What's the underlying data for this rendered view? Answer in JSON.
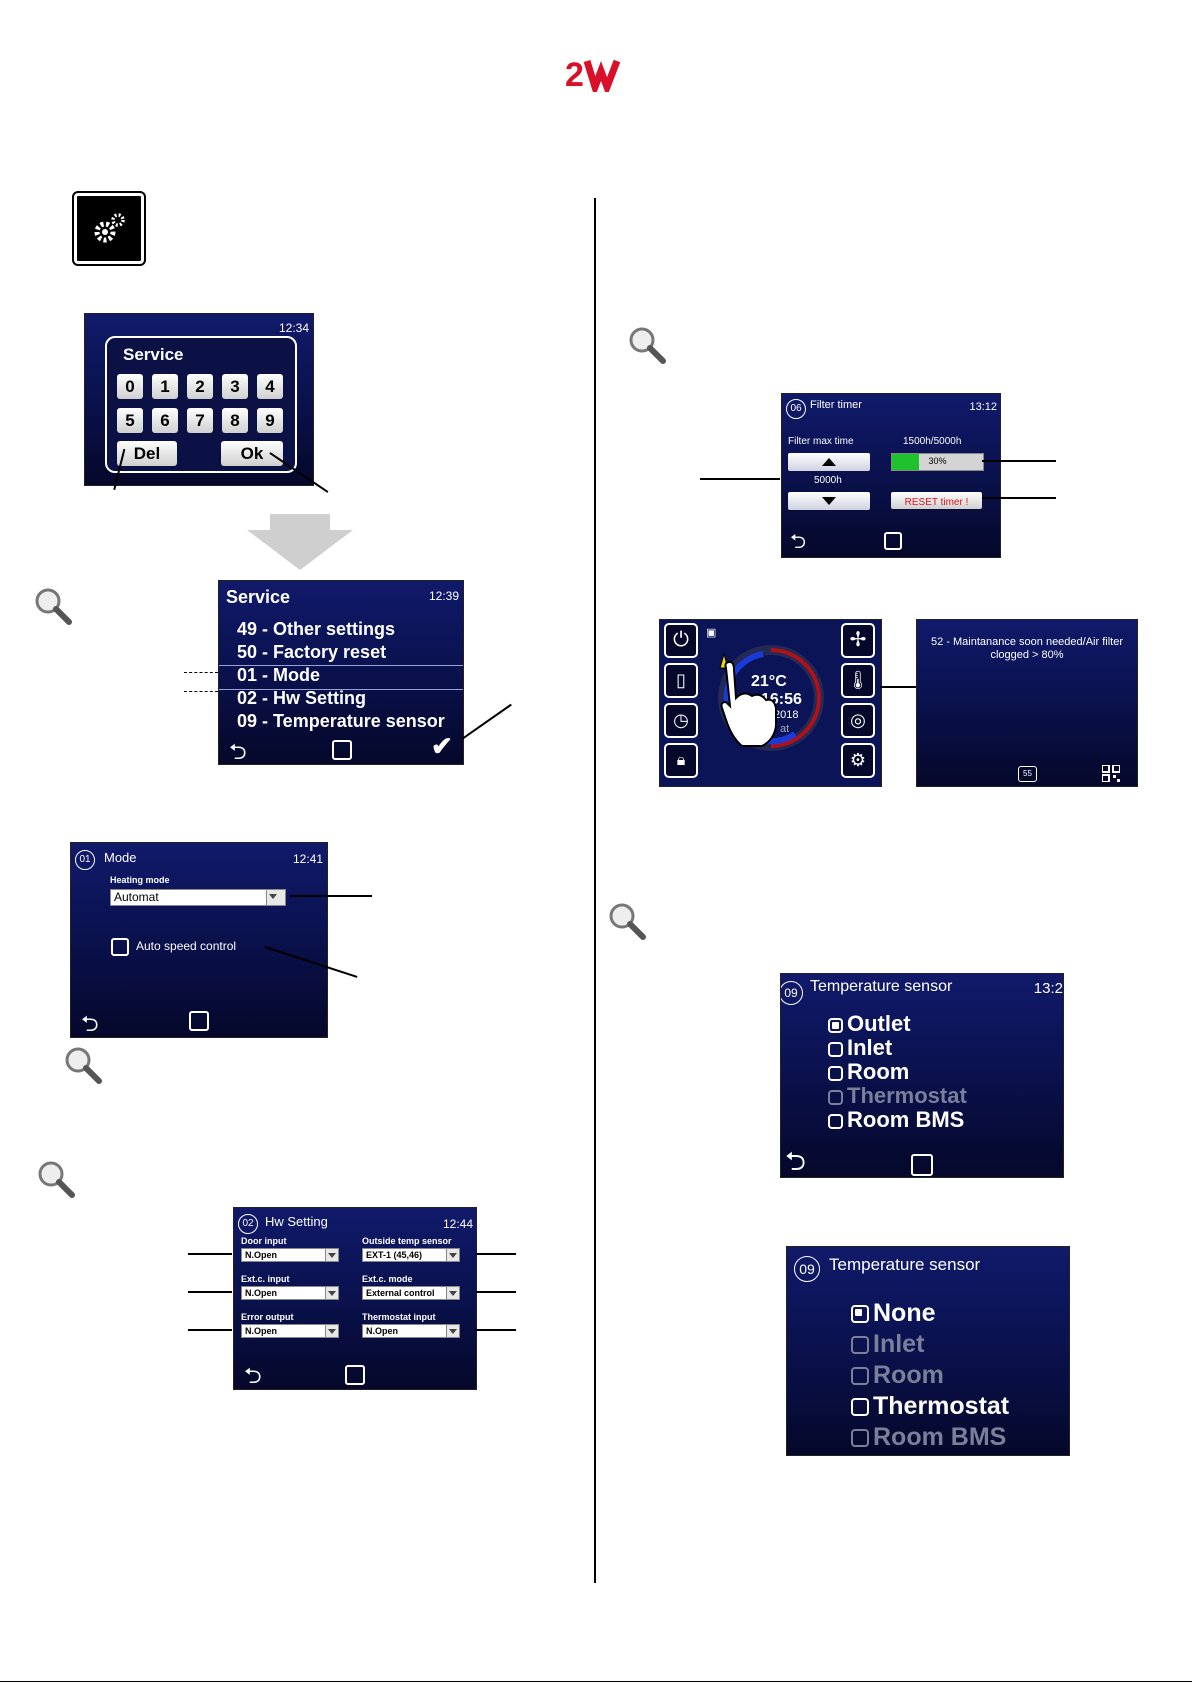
{
  "logo": {
    "text": "2W",
    "color": "#d8102a"
  },
  "service_keypad": {
    "time": "12:34",
    "title": "Service",
    "keys_row1": [
      "0",
      "1",
      "2",
      "3",
      "4"
    ],
    "keys_row2": [
      "5",
      "6",
      "7",
      "8",
      "9"
    ],
    "del_label": "Del",
    "ok_label": "Ok"
  },
  "service_menu": {
    "title": "Service",
    "time": "12:39",
    "items": [
      "49 - Other settings",
      "50 - Factory reset",
      "01 - Mode",
      "02 - Hw Setting",
      "09 - Temperature sensor"
    ]
  },
  "mode_screen": {
    "num": "01",
    "title": "Mode",
    "time": "12:41",
    "heating_label": "Heating mode",
    "heating_value": "Automat",
    "auto_speed_label": "Auto speed control"
  },
  "hw_screen": {
    "num": "02",
    "title": "Hw Setting",
    "time": "12:44",
    "fields": [
      {
        "label": "Door input",
        "value": "N.Open"
      },
      {
        "label": "Outside temp sensor",
        "value": "EXT-1 (45,46)"
      },
      {
        "label": "Ext.c. input",
        "value": "N.Open"
      },
      {
        "label": "Ext.c. mode",
        "value": "External control"
      },
      {
        "label": "Error output",
        "value": "N.Open"
      },
      {
        "label": "Thermostat input",
        "value": "N.Open"
      }
    ]
  },
  "filter_screen": {
    "num": "06",
    "title": "Filter timer",
    "time": "13:12",
    "max_time_label": "Filter max time",
    "max_time_value": "5000h",
    "usage": "1500h/5000h",
    "progress_label": "30%",
    "progress_fraction": 0.3,
    "reset_label": "RESET timer !"
  },
  "home_screen": {
    "temp": "21°C",
    "time_partial": "16:56",
    "year_partial": "2018",
    "mode_partial": "at"
  },
  "alert_screen": {
    "message": "52 - Maintanance soon needed/Air filter clogged > 80%",
    "code": "55"
  },
  "temp_sensor_1": {
    "num": "09",
    "title": "Temperature sensor",
    "time_partial": "13:2",
    "options": [
      {
        "label": "Outlet",
        "checked": true,
        "enabled": true
      },
      {
        "label": "Inlet",
        "checked": false,
        "enabled": true
      },
      {
        "label": "Room",
        "checked": false,
        "enabled": true
      },
      {
        "label": "Thermostat",
        "checked": false,
        "enabled": false
      },
      {
        "label": "Room BMS",
        "checked": false,
        "enabled": true
      }
    ]
  },
  "temp_sensor_2": {
    "num": "09",
    "title": "Temperature sensor",
    "options": [
      {
        "label": "None",
        "checked": true,
        "enabled": true
      },
      {
        "label": "Inlet",
        "checked": false,
        "enabled": false
      },
      {
        "label": "Room",
        "checked": false,
        "enabled": false
      },
      {
        "label": "Thermostat",
        "checked": false,
        "enabled": true
      },
      {
        "label": "Room BMS",
        "checked": false,
        "enabled": false
      }
    ]
  },
  "colors": {
    "screen_bg": "#0a1250",
    "progress_green": "#1fc12c",
    "reset_red": "#e0141e",
    "alert_red": "#d8102a"
  }
}
